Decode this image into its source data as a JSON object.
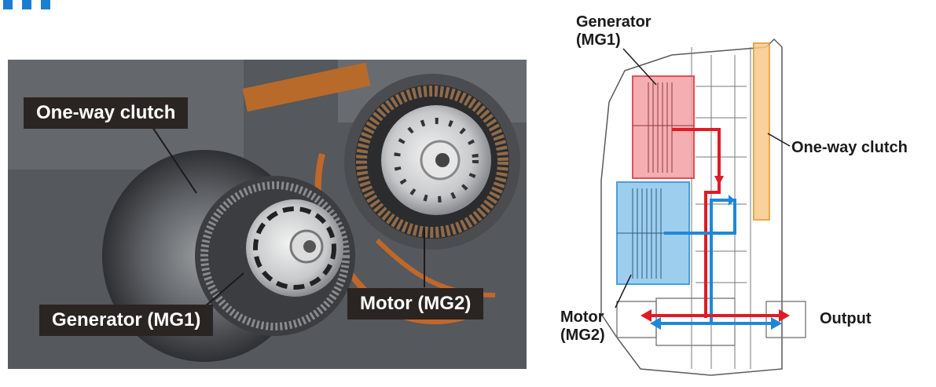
{
  "photo": {
    "labels": {
      "one_way_clutch": "One-way clutch",
      "generator": "Generator (MG1)",
      "motor": "Motor (MG2)"
    }
  },
  "diagram": {
    "labels": {
      "generator_line1": "Generator",
      "generator_line2": "(MG1)",
      "one_way_clutch": "One-way clutch",
      "motor_line1": "Motor",
      "motor_line2": "(MG2)",
      "output": "Output"
    }
  },
  "colors": {
    "title_blue": "#1a7fd0",
    "label_bg": "#2a2422",
    "mg1_fill": "#f4a0a5",
    "mg1_line": "#e0323c",
    "mg2_fill": "#8ec6ea",
    "mg2_line": "#2a8fd8",
    "clutch_fill": "#f7c98a",
    "clutch_line": "#e89a30",
    "red_arrow": "#e01b25",
    "blue_arrow": "#1e88d8"
  }
}
